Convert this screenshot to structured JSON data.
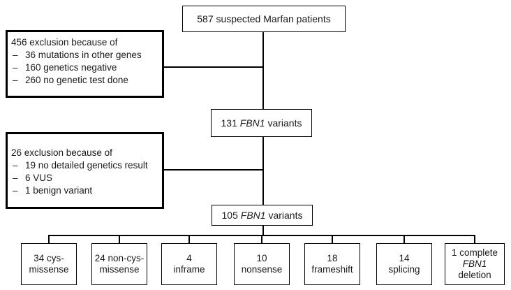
{
  "top_box": {
    "label": "587 suspected Marfan patients"
  },
  "exclusion_1": {
    "title": "456 exclusion because of",
    "items": [
      "36 mutations in other genes",
      "160 genetics negative",
      "260 no genetic test done"
    ]
  },
  "middle_box": {
    "count": "131",
    "gene": "FBN1",
    "suffix": "variants"
  },
  "exclusion_2": {
    "title": "26 exclusion because of",
    "items": [
      "19 no detailed genetics result",
      "6 VUS",
      "1 benign variant"
    ]
  },
  "lower_box": {
    "count": "105",
    "gene": "FBN1",
    "suffix": "variants"
  },
  "categories": [
    {
      "line1": "34  cys-",
      "line2": "missense"
    },
    {
      "line1": "24 non-cys-",
      "line2": "missense"
    },
    {
      "line1": "4",
      "line2": "inframe"
    },
    {
      "line1": "10",
      "line2": "nonsense"
    },
    {
      "line1": "18",
      "line2": "frameshift"
    },
    {
      "line1": "14",
      "line2": "splicing"
    },
    {
      "line1": "1 complete",
      "line2": "FBN1",
      "line3": "deletion"
    }
  ]
}
